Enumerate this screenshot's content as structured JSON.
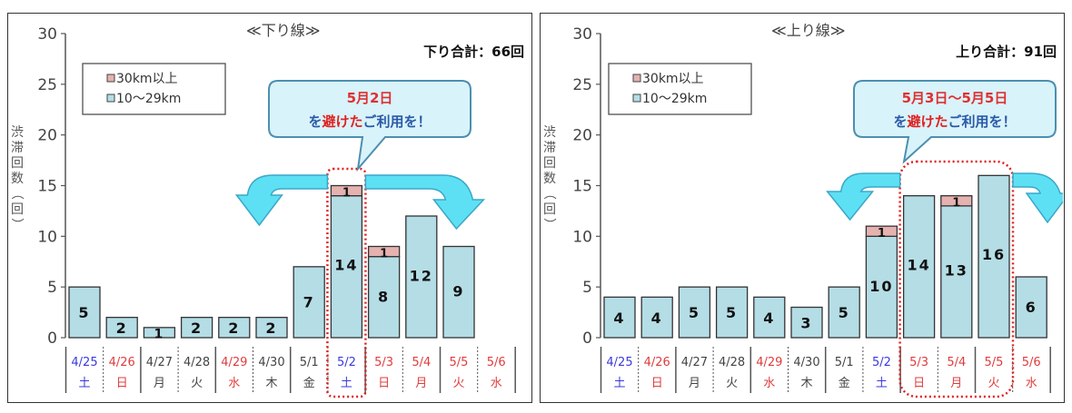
{
  "chart_data": [
    {
      "type": "bar",
      "stacked": true,
      "title": "≪下り線≫",
      "total_label": "下り合計：66回",
      "ylabel": "渋滞回数（回）",
      "ylim": [
        0,
        30
      ],
      "yticks": [
        0,
        5,
        10,
        15,
        20,
        25,
        30
      ],
      "categories": [
        "4/25",
        "4/26",
        "4/27",
        "4/28",
        "4/29",
        "4/30",
        "5/1",
        "5/2",
        "5/3",
        "5/4",
        "5/5",
        "5/6"
      ],
      "weekdays": [
        "土",
        "日",
        "月",
        "火",
        "水",
        "木",
        "金",
        "土",
        "日",
        "月",
        "火",
        "水"
      ],
      "date_colors": [
        "#3a3adc",
        "#e03c3c",
        "#444444",
        "#444444",
        "#e03c3c",
        "#444444",
        "#444444",
        "#3a3adc",
        "#e03c3c",
        "#e03c3c",
        "#e03c3c",
        "#e03c3c"
      ],
      "series": [
        {
          "name": "10〜29km",
          "color": "#b4dde6",
          "values": [
            5,
            2,
            1,
            2,
            2,
            2,
            7,
            14,
            8,
            12,
            9,
            0
          ]
        },
        {
          "name": "30km以上",
          "color": "#e5b2b0",
          "values": [
            0,
            0,
            0,
            0,
            0,
            0,
            0,
            1,
            1,
            0,
            0,
            0
          ]
        }
      ],
      "legend": [
        "30km以上",
        "10〜29km"
      ],
      "callout": {
        "line1": "5月2日",
        "line2_prefix": "を",
        "line2_red": "避けた",
        "line2_suffix": "ご利用を！"
      },
      "highlight_categories": [
        "5/2"
      ]
    },
    {
      "type": "bar",
      "stacked": true,
      "title": "≪上り線≫",
      "total_label": "上り合計：91回",
      "ylabel": "渋滞回数（回）",
      "ylim": [
        0,
        30
      ],
      "yticks": [
        0,
        5,
        10,
        15,
        20,
        25,
        30
      ],
      "categories": [
        "4/25",
        "4/26",
        "4/27",
        "4/28",
        "4/29",
        "4/30",
        "5/1",
        "5/2",
        "5/3",
        "5/4",
        "5/5",
        "5/6"
      ],
      "weekdays": [
        "土",
        "日",
        "月",
        "火",
        "水",
        "木",
        "金",
        "土",
        "日",
        "月",
        "火",
        "水"
      ],
      "date_colors": [
        "#3a3adc",
        "#e03c3c",
        "#444444",
        "#444444",
        "#e03c3c",
        "#444444",
        "#444444",
        "#3a3adc",
        "#e03c3c",
        "#e03c3c",
        "#e03c3c",
        "#e03c3c"
      ],
      "series": [
        {
          "name": "10〜29km",
          "color": "#b4dde6",
          "values": [
            4,
            4,
            5,
            5,
            4,
            3,
            5,
            10,
            14,
            13,
            16,
            6
          ]
        },
        {
          "name": "30km以上",
          "color": "#e5b2b0",
          "values": [
            0,
            0,
            0,
            0,
            0,
            0,
            0,
            1,
            0,
            1,
            0,
            0
          ]
        }
      ],
      "legend": [
        "30km以上",
        "10〜29km"
      ],
      "callout": {
        "line1": "5月3日〜5月5日",
        "line2_prefix": "を",
        "line2_red": "避けた",
        "line2_suffix": "ご利用を！"
      },
      "highlight_categories": [
        "5/3",
        "5/4",
        "5/5"
      ]
    }
  ]
}
